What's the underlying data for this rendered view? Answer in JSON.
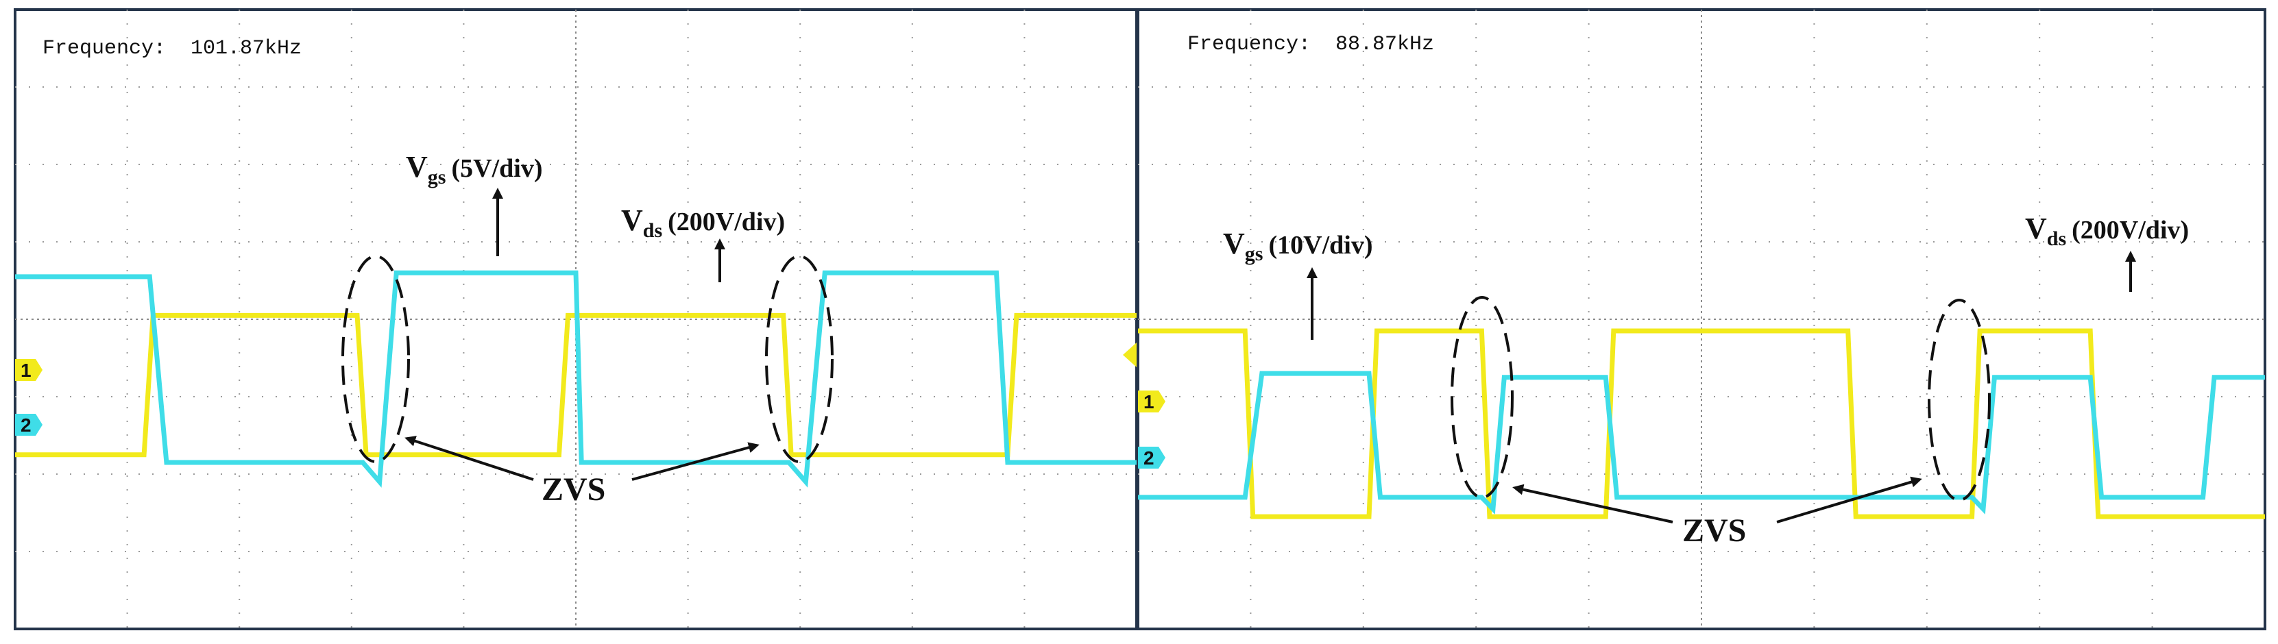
{
  "chart_data": [
    {
      "type": "line",
      "frequency_label": "Frequency:",
      "frequency_value": "101.87kHz",
      "x_range_div": [
        0,
        10
      ],
      "y_range_div": [
        -4,
        4
      ],
      "grid": "dotted",
      "series": [
        {
          "channel": "1",
          "color": "#f2ea1c",
          "points": [
            [
              0,
              -1.75
            ],
            [
              1.15,
              -1.75
            ],
            [
              1.23,
              0.05
            ],
            [
              3.05,
              0.05
            ],
            [
              3.13,
              -1.75
            ],
            [
              4.85,
              -1.75
            ],
            [
              4.93,
              0.05
            ],
            [
              6.85,
              0.05
            ],
            [
              6.92,
              -1.75
            ],
            [
              8.85,
              -1.75
            ],
            [
              8.93,
              0.05
            ],
            [
              10,
              0.05
            ]
          ]
        },
        {
          "channel": "2",
          "color": "#3fdde8",
          "points": [
            [
              0,
              0.55
            ],
            [
              1.2,
              0.55
            ],
            [
              1.35,
              -1.85
            ],
            [
              3.1,
              -1.85
            ],
            [
              3.25,
              -2.1
            ],
            [
              3.4,
              0.6
            ],
            [
              5.0,
              0.6
            ],
            [
              5.05,
              -1.85
            ],
            [
              6.9,
              -1.85
            ],
            [
              7.05,
              -2.1
            ],
            [
              7.22,
              0.6
            ],
            [
              8.75,
              0.6
            ],
            [
              8.85,
              -1.85
            ],
            [
              10,
              -1.85
            ]
          ]
        }
      ],
      "labels": {
        "vgs_main": "V",
        "vgs_sub": "gs",
        "vgs_scale": "(5V/div)",
        "vds_main": "V",
        "vds_sub": "ds",
        "vds_scale": "(200V/div)",
        "zvs": "ZVS"
      }
    },
    {
      "type": "line",
      "frequency_label": "Frequency:",
      "frequency_value": "88.87kHz",
      "x_range_div": [
        0,
        10
      ],
      "y_range_div": [
        -4,
        4
      ],
      "grid": "dotted",
      "series": [
        {
          "channel": "1",
          "color": "#f2ea1c",
          "points": [
            [
              0,
              -0.15
            ],
            [
              0.95,
              -0.15
            ],
            [
              1.02,
              -2.55
            ],
            [
              2.05,
              -2.55
            ],
            [
              2.12,
              -0.15
            ],
            [
              3.05,
              -0.15
            ],
            [
              3.12,
              -2.55
            ],
            [
              4.15,
              -2.55
            ],
            [
              4.22,
              -0.15
            ],
            [
              6.3,
              -0.15
            ],
            [
              6.37,
              -2.55
            ],
            [
              7.4,
              -2.55
            ],
            [
              7.47,
              -0.15
            ],
            [
              8.45,
              -0.15
            ],
            [
              8.52,
              -2.55
            ],
            [
              10,
              -2.55
            ]
          ]
        },
        {
          "channel": "2",
          "color": "#3fdde8",
          "points": [
            [
              0,
              -2.3
            ],
            [
              0.95,
              -2.3
            ],
            [
              1.1,
              -0.7
            ],
            [
              2.05,
              -0.7
            ],
            [
              2.15,
              -2.3
            ],
            [
              3.05,
              -2.3
            ],
            [
              3.15,
              -2.45
            ],
            [
              3.25,
              -0.75
            ],
            [
              4.15,
              -0.75
            ],
            [
              4.25,
              -2.3
            ],
            [
              7.4,
              -2.3
            ],
            [
              7.5,
              -2.45
            ],
            [
              7.6,
              -0.75
            ],
            [
              8.45,
              -0.75
            ],
            [
              8.55,
              -2.3
            ],
            [
              9.45,
              -2.3
            ],
            [
              9.55,
              -0.75
            ],
            [
              10,
              -0.75
            ]
          ]
        }
      ],
      "labels": {
        "vgs_main": "V",
        "vgs_sub": "gs",
        "vgs_scale": "(10V/div)",
        "vds_main": "V",
        "vds_sub": "ds",
        "vds_scale": "(200V/div)",
        "zvs": "ZVS"
      }
    }
  ]
}
